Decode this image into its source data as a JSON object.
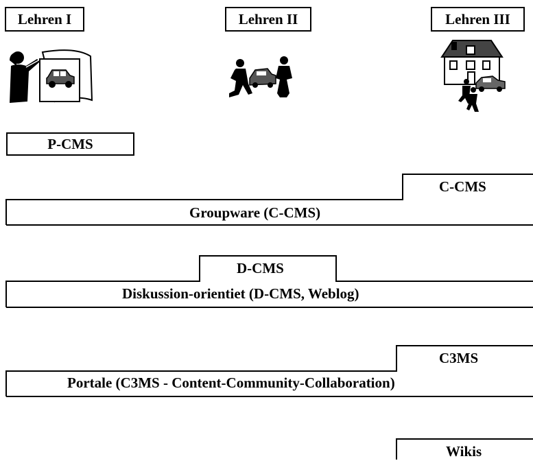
{
  "header": {
    "lehren_1": "Lehren I",
    "lehren_2": "Lehren II",
    "lehren_3": "Lehren III"
  },
  "icons": {
    "lehren_1": "teacher-with-car-chart-icon",
    "lehren_2": "people-with-car-icon",
    "lehren_3": "house-with-car-and-people-icon"
  },
  "rows": {
    "pcms": "P-CMS",
    "ccms_top": "C-CMS",
    "groupware": "Groupware (C-CMS)",
    "dcms_top": "D-CMS",
    "diskussion": "Diskussion-orientiet (D-CMS, Weblog)",
    "c3ms_top": "C3MS",
    "portale": "Portale (C3MS - Content-Community-Collaboration)",
    "wikis": "Wikis"
  }
}
